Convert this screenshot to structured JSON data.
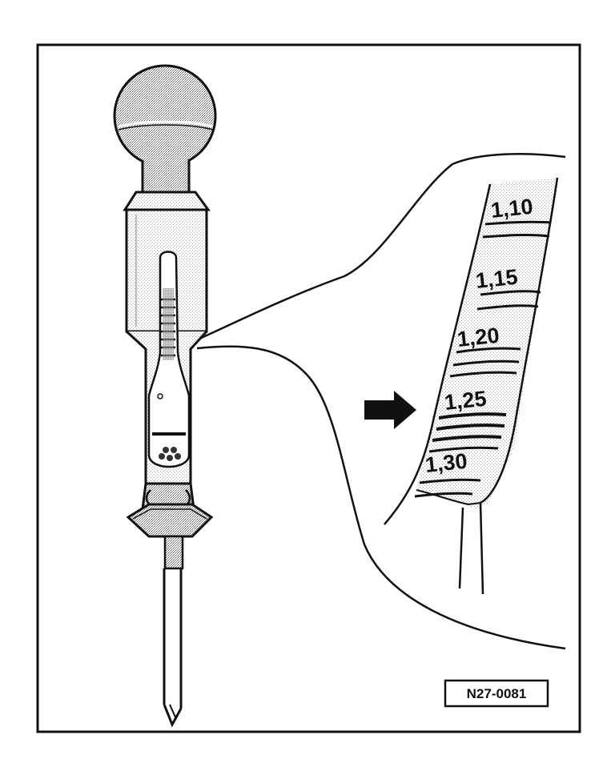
{
  "figure": {
    "code": "N27-0081",
    "scale_labels": [
      "1,10",
      "1,15",
      "1,20",
      "1,25",
      "1,30"
    ],
    "indicated_value": "1,25"
  },
  "icons": {
    "arrow": "arrow-right-icon",
    "hydrometer": "hydrometer-icon",
    "bulb": "rubber-bulb-icon"
  },
  "colors": {
    "ink": "#111111",
    "stipple": "#d6d6d6",
    "paper": "#ffffff"
  }
}
